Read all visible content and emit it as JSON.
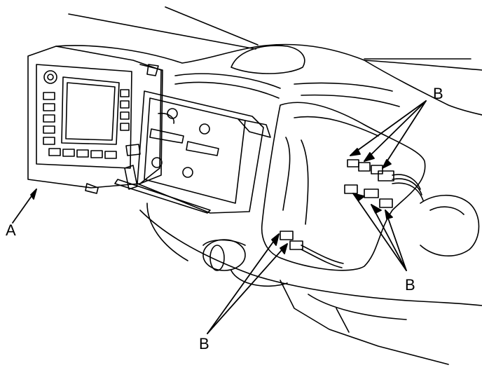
{
  "diagram": {
    "labels": {
      "a": "A",
      "b_upper_right": "B",
      "b_lower_right": "B",
      "b_lower_center": "B"
    },
    "colors": {
      "line": "#000000",
      "background": "#ffffff",
      "screen_fill": "#ffffff",
      "hatch": "#000000"
    }
  }
}
